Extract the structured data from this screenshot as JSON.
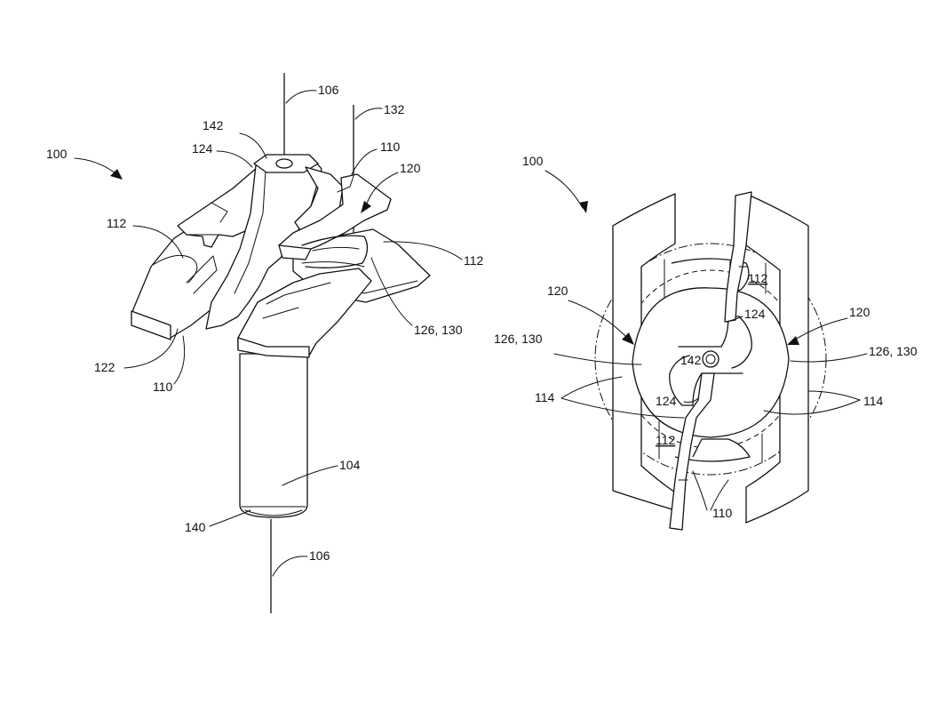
{
  "figure_left": {
    "labels": {
      "ref_100": "100",
      "ref_106_top": "106",
      "ref_132": "132",
      "ref_142": "142",
      "ref_124": "124",
      "ref_110_top": "110",
      "ref_120": "120",
      "ref_112_left": "112",
      "ref_112_right": "112",
      "ref_126_130": "126, 130",
      "ref_122": "122",
      "ref_110_bottom": "110",
      "ref_104": "104",
      "ref_140": "140",
      "ref_106_bottom": "106"
    }
  },
  "figure_right": {
    "labels": {
      "ref_100": "100",
      "ref_112_top": "112",
      "ref_124_top": "124",
      "ref_120_left": "120",
      "ref_120_right": "120",
      "ref_126_130_left": "126, 130",
      "ref_126_130_right": "126, 130",
      "ref_142": "142",
      "ref_114_left": "114",
      "ref_114_right": "114",
      "ref_124_bottom": "124",
      "ref_112_bottom": "112",
      "ref_110": "110"
    }
  }
}
